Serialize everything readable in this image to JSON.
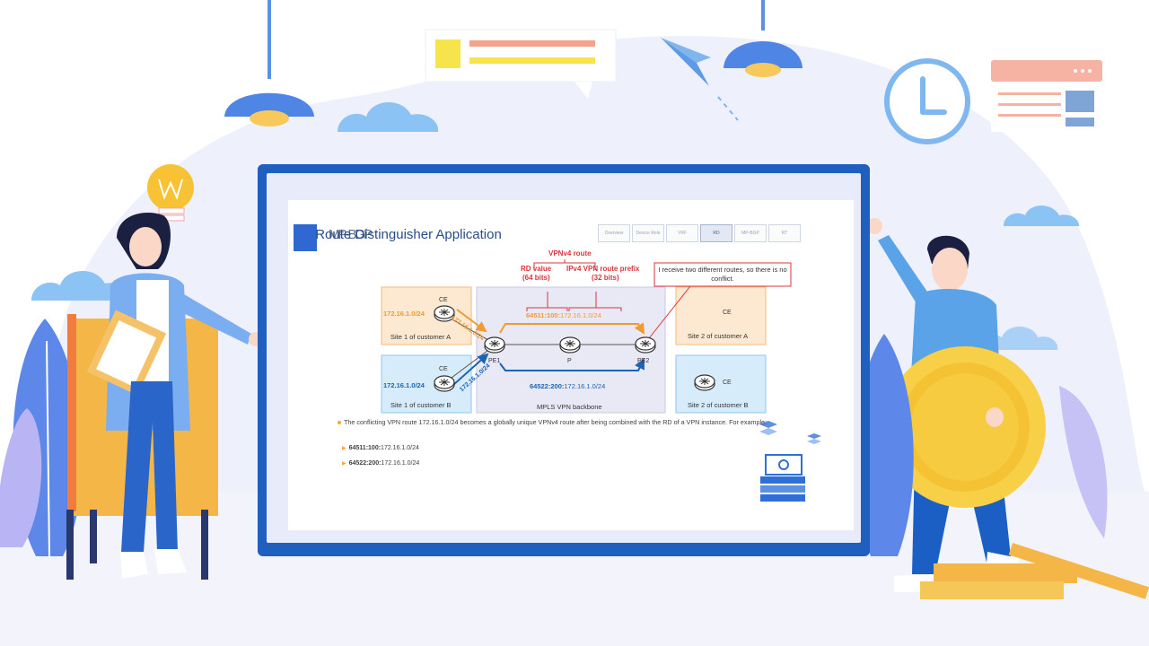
{
  "slide": {
    "title": "Route Distinguisher Application",
    "title_overlap": "MP-BGP",
    "tabs": [
      {
        "label": "Overview",
        "active": false
      },
      {
        "label": "Device Role",
        "active": false
      },
      {
        "label": "VRF",
        "active": false
      },
      {
        "label": "RD",
        "active": true
      },
      {
        "label": "MP-BGP",
        "active": false
      },
      {
        "label": "RT",
        "active": false
      }
    ]
  },
  "diagram": {
    "vpnv4_route": "VPNv4 route",
    "rd_value": "RD value",
    "rd_bits": "(64 bits)",
    "ipv4_prefix": "IPv4 VPN route prefix",
    "ipv4_bits": "(32 bits)",
    "callout": "I receive two different routes, so there is no conflict.",
    "route_a_rd": "64511:100:",
    "route_a_prefix": "172.16.1.0/24",
    "route_b_rd": "64522:200:",
    "route_b_prefix": "172.16.1.0/24",
    "prefix_a": "172.16.1.0/24",
    "prefix_b": "172.16.1.0/24",
    "arrow_a_label": "172.16.1.0/24",
    "arrow_b_label": "172.16.1.0/24",
    "ce_label": "CE",
    "pe1": "PE1",
    "p": "P",
    "pe2": "PE2",
    "backbone": "MPLS VPN backbone",
    "site1a": "Site 1 of customer A",
    "site1b": "Site 1 of customer B",
    "site2a": "Site 2 of customer A",
    "site2b": "Site 2 of customer B"
  },
  "bullets": {
    "main": "The conflicting VPN route 172.16.1.0/24 becomes a globally unique VPNv4 route after being combined with the RD of a VPN instance. For example:",
    "ex1_rd": "64511:100:",
    "ex1_prefix": "172.16.1.0/24",
    "ex2_rd": "64522:200:",
    "ex2_prefix": "172.16.1.0/24"
  },
  "colors": {
    "accent_blue": "#1f5fbf",
    "orange": "#f29a2e",
    "route_blue": "#1a64b5",
    "red": "#d9363e",
    "site_orange_bg": "#fde9d2",
    "site_blue_bg": "#d7ecfb"
  },
  "icons": [
    "lightbulb-icon",
    "clock-icon",
    "paper-plane-icon",
    "cloud-icon",
    "router-icon",
    "server-icon",
    "coin-icon",
    "lamp-icon"
  ]
}
